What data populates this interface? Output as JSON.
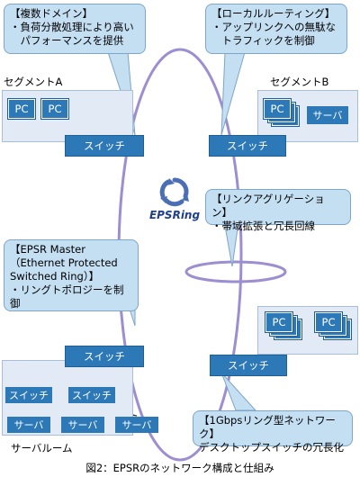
{
  "callouts": {
    "multi_domain": "【複数ドメイン】\n・負荷分散処理により高い\n　パフォーマンスを提供",
    "local_routing": "【ローカルルーティング】\n・アップリンクへの無駄な\n　トラフィックを制御",
    "link_aggregation": "【リンクアグリゲーション】\n・帯域拡張と冗長回線",
    "epsr_master": "【EPSR Master\n（Ethernet Protected\nSwitched Ring）】\n・リングトポロジーを制御",
    "ring_network": "【1Gbpsリング型ネットワーク】\nデスクトップスイッチの冗長化"
  },
  "segments": {
    "a_label": "セグメントA",
    "b_label": "セグメントB",
    "server_room_label": "サーバルーム"
  },
  "devices": {
    "pc": "PC",
    "server": "サーバ",
    "switch": "スイッチ"
  },
  "logo": {
    "text": "EPSRing"
  },
  "caption": "図2：EPSRのネットワーク構成と仕組み",
  "colors": {
    "device_blue": "#2d78b7",
    "callout_fill": "#c4def2",
    "segment_fill": "#e2ebf5",
    "ring_stroke": "#9c8ed0"
  }
}
